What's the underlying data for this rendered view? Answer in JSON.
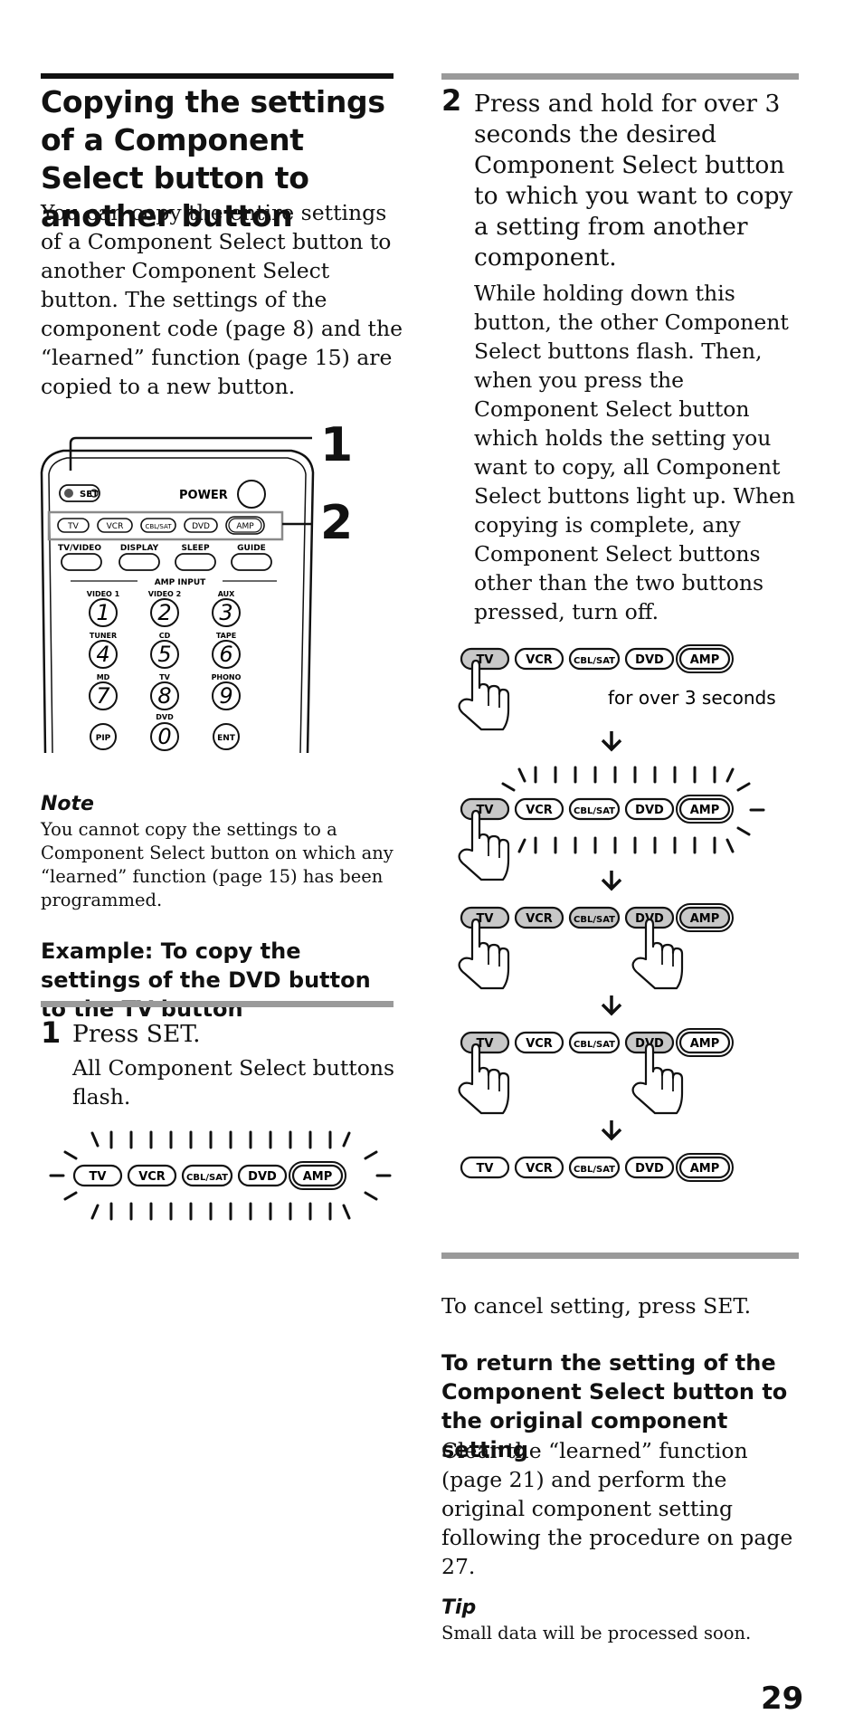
{
  "left": {
    "title": "Copying the settings of a Component Select button to another button",
    "intro": "You can copy the entire settings of a Component Select button to another Component Select button. The settings of the component code (page 8) and the “learned” function (page 15) are copied to a new button.",
    "remote": {
      "callout_1": "1",
      "callout_2": "2",
      "set": "SET",
      "power": "POWER",
      "component_buttons": [
        "TV",
        "VCR",
        "CBL/SAT",
        "DVD",
        "AMP"
      ],
      "function_buttons": [
        "TV/VIDEO",
        "DISPLAY",
        "SLEEP",
        "GUIDE"
      ],
      "amp_input": "AMP INPUT",
      "keys": [
        {
          "digit": "1",
          "label": "VIDEO 1"
        },
        {
          "digit": "2",
          "label": "VIDEO 2"
        },
        {
          "digit": "3",
          "label": "AUX"
        },
        {
          "digit": "4",
          "label": "TUNER"
        },
        {
          "digit": "5",
          "label": "CD"
        },
        {
          "digit": "6",
          "label": "TAPE"
        },
        {
          "digit": "7",
          "label": "MD"
        },
        {
          "digit": "8",
          "label": "TV"
        },
        {
          "digit": "9",
          "label": "PHONO"
        },
        {
          "digit": "0",
          "label": "DVD"
        }
      ],
      "pip": "PIP",
      "ent": "ENT"
    },
    "note_label": "Note",
    "note_text": "You cannot copy the settings to a Component Select button on which any “learned” function (page 15)  has been programmed.",
    "example_heading": "Example: To copy the settings of the DVD button to the TV button",
    "step1_number": "1",
    "step1_title": "Press SET.",
    "step1_text": "All Component Select buttons flash."
  },
  "right": {
    "step2_number": "2",
    "step2_title": "Press and hold for over 3 seconds the desired Component Select button to which you want to copy a setting from another component.",
    "step2_text": "While holding down this button, the other Component Select buttons flash.  Then, when you press the Component Select button which holds the setting you want to copy, all Component Select buttons light up. When copying is complete, any Component Select buttons other than the two buttons pressed, turn off.",
    "hold_caption": "for over 3 seconds",
    "cancel_text": "To cancel setting, press SET.",
    "return_heading": "To return the setting of the Component Select button to the original component setting",
    "return_text": "Clear the “learned” function (page 21) and perform the original component setting following the procedure on page 27.",
    "tip_label": "Tip",
    "tip_text": "Small data will be processed soon."
  },
  "page_number": "29",
  "colors": {
    "lit_button": "#c8c8c8",
    "rule_gray": "#9a9a9a",
    "ink": "#111111"
  }
}
